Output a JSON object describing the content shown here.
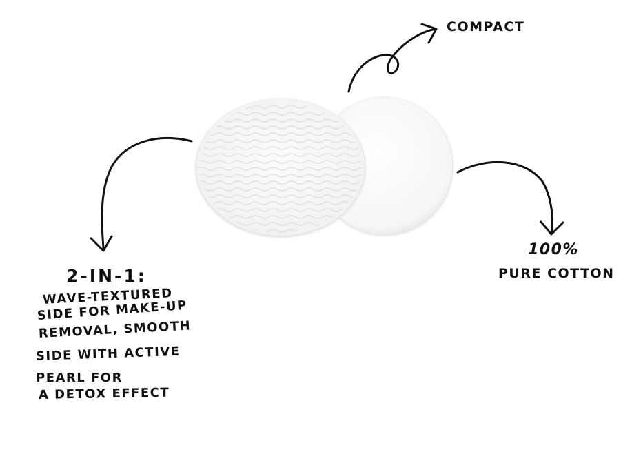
{
  "labels": {
    "compact": "COMPACT",
    "cotton_percent": "100%",
    "cotton_text": "PURE COTTON",
    "two_in_one": "2-IN-1:",
    "description_lines": [
      "WAVE-TEXTURED",
      "SIDE FOR MAKE-UP",
      "REMOVAL, SMOOTH",
      "SIDE WITH ACTIVE",
      "PEARL FOR",
      "A DETOX EFFECT"
    ]
  },
  "colors": {
    "ink": "#111111",
    "pad_fill": "#f4f4f4",
    "background": "#ffffff"
  },
  "icons": [
    "wave-textured-pad-icon",
    "smooth-pad-icon",
    "curved-arrow-icon"
  ]
}
